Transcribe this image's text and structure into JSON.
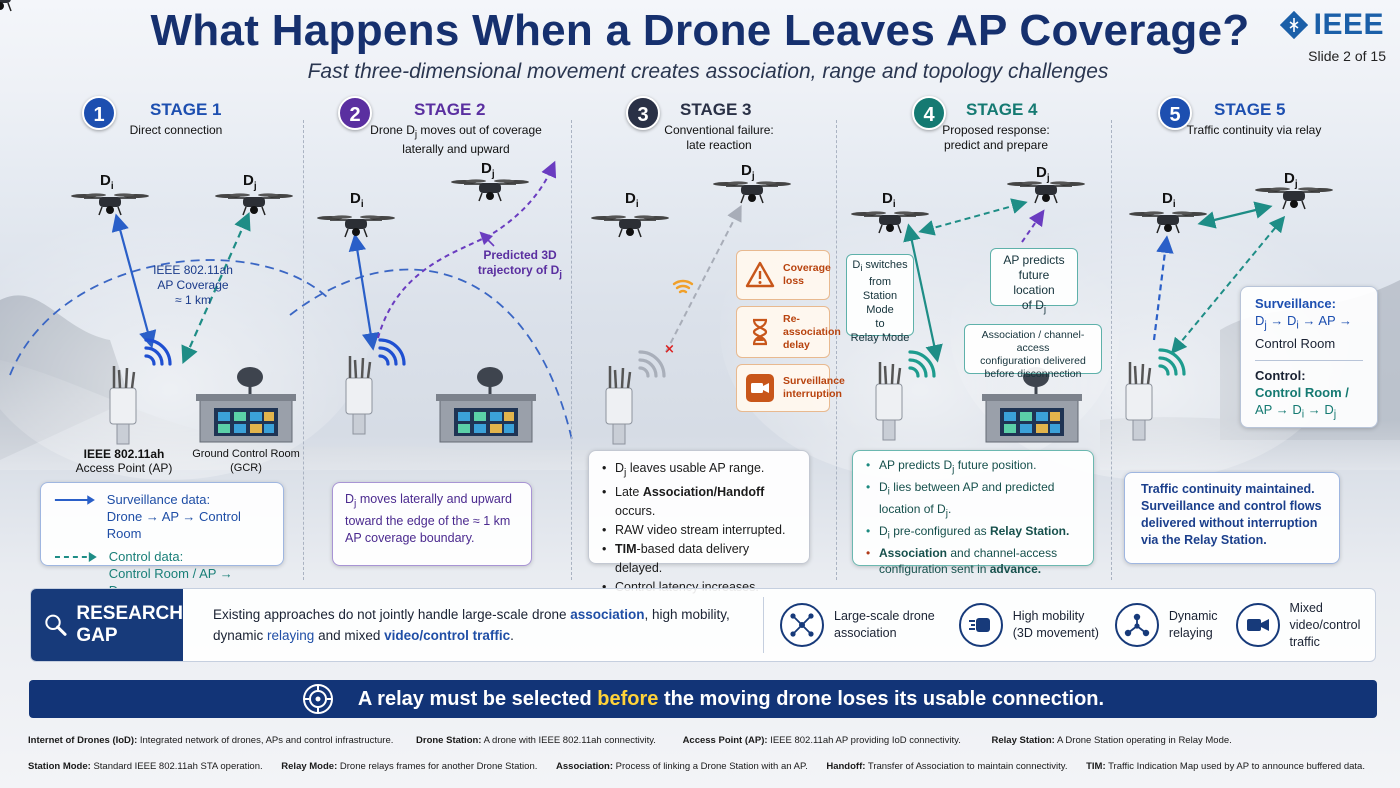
{
  "header": {
    "title": "What Happens When a Drone Leaves AP Coverage?",
    "subtitle": "Fast three-dimensional movement creates association, range and topology challenges",
    "logo_text": "IEEE",
    "slide": "Slide 2 of 15"
  },
  "stages": [
    {
      "num": "1",
      "label": "STAGE 1",
      "desc": "Direct connection",
      "color": "#1d4fb0"
    },
    {
      "num": "2",
      "label": "STAGE 2",
      "desc_pre": "Drone D",
      "desc_sub": "j",
      "desc_post": " moves out of coverage laterally and upward",
      "color": "#5a2fa0"
    },
    {
      "num": "3",
      "label": "STAGE 3",
      "desc": "Conventional failure: late reaction",
      "color": "#2a3146"
    },
    {
      "num": "4",
      "label": "STAGE 4",
      "desc": "Proposed response: predict and prepare",
      "color": "#157a72"
    },
    {
      "num": "5",
      "label": "STAGE 5",
      "desc": "Traffic continuity via relay",
      "color": "#1d4fb0"
    }
  ],
  "drones": {
    "d": "D",
    "i": "i",
    "j": "j"
  },
  "stage1": {
    "coverage_note_1": "IEEE 802.11ah",
    "coverage_note_2": "AP Coverage",
    "coverage_note_3": "≈ 1 km",
    "ap_label_1": "IEEE 802.11ah",
    "ap_label_2": "Access Point (AP)",
    "gcr_label_1": "Ground Control Room",
    "gcr_label_2": "(GCR)",
    "legend": {
      "surv_title": "Surveillance data:",
      "surv_path": "Drone → AP → Control Room",
      "ctrl_title": "Control data:",
      "ctrl_path": "Control Room / AP → Drone"
    }
  },
  "stage2": {
    "traj_1": "Predicted 3D",
    "traj_2": "trajectory of D",
    "traj_sub": "j",
    "card_line1_pre": "D",
    "card_line1_sub": "j",
    "card_line1_post": " moves laterally and upward",
    "card_line2": "toward the edge of the ≈ 1 km",
    "card_line3": "AP coverage boundary."
  },
  "stage3": {
    "warnings": [
      {
        "icon": "warning-icon",
        "text": "Coverage loss"
      },
      {
        "icon": "hourglass-icon",
        "text": "Re-association delay"
      },
      {
        "icon": "video-camera-icon",
        "text": "Surveillance interruption"
      }
    ],
    "bullets": {
      "b1_pre": "D",
      "b1_sub": "j",
      "b1_post": " leaves usable AP range.",
      "b2_pre": "Late ",
      "b2_bold": "Association/Handoff",
      "b2_post": " occurs.",
      "b3": "RAW video stream interrupted.",
      "b4_bold": "TIM",
      "b4_post": "-based data delivery delayed.",
      "b5": "Control latency increases."
    }
  },
  "stage4": {
    "switch_1": "D",
    "switch_sub": "i",
    "switch_2": " switches",
    "switch_3": "from",
    "switch_4": "Station Mode",
    "switch_5": "to",
    "switch_6": "Relay Mode",
    "predict_1": "AP predicts",
    "predict_2": "future location",
    "predict_3": "of D",
    "predict_sub": "j",
    "assoc_1": "Association / channel-access",
    "assoc_2": "configuration delivered",
    "assoc_3": "before disconnection",
    "bullets": {
      "b1_pre": "AP predicts D",
      "b1_sub": "j",
      "b1_post": " future position.",
      "b2_pre": "D",
      "b2_sub": "i",
      "b2_mid": " lies between AP and predicted location of D",
      "b2_sub2": "j",
      "b2_post": ".",
      "b3_pre": "D",
      "b3_sub": "i",
      "b3_mid": " pre-configured as ",
      "b3_bold": "Relay Station.",
      "b4_bold": "Association",
      "b4_mid": " and channel-access configuration sent in ",
      "b4_bold2": "advance."
    }
  },
  "stage5": {
    "surv_title": "Surveillance:",
    "surv_path_1": "D",
    "surv_path_2": "Control Room",
    "ctrl_title": "Control:",
    "ctrl_path_1": "Control Room /",
    "ctrl_path_2": "AP → D",
    "card": "Traffic continuity maintained. Surveillance and control flows delivered without interruption via the Relay Station."
  },
  "gap": {
    "title_1": "RESEARCH",
    "title_2": "GAP",
    "text_1": "Existing approaches do not jointly handle large-scale drone ",
    "text_assoc": "association",
    "text_2": ", high mobility, dynamic ",
    "text_relay": "relaying",
    "text_3": " and mixed ",
    "text_vc": "video/control traffic",
    "text_4": ".",
    "items": [
      {
        "icon": "network-icon",
        "l1": "Large-scale drone",
        "l2": "association"
      },
      {
        "icon": "speed-icon",
        "l1": "High mobility",
        "l2": "(3D movement)"
      },
      {
        "icon": "relay-icon",
        "l1": "Dynamic",
        "l2": "relaying"
      },
      {
        "icon": "video-control-icon",
        "l1": "Mixed",
        "l2": "video/control",
        "l3": "traffic"
      }
    ]
  },
  "banner": {
    "pre": "A relay must be selected ",
    "highlight": "before",
    "post": " the moving drone loses its usable connection."
  },
  "glossary": [
    [
      {
        "term": "Internet of Drones (IoD):",
        "def": " Integrated network of drones, APs and control infrastructure."
      },
      {
        "term": "Drone Station:",
        "def": " A drone with IEEE 802.11ah connectivity."
      },
      {
        "term": "Access Point (AP):",
        "def": " IEEE 802.11ah AP providing IoD connectivity."
      },
      {
        "term": "Relay Station:",
        "def": " A Drone Station operating in Relay Mode."
      }
    ],
    [
      {
        "term": "Station Mode:",
        "def": " Standard IEEE 802.11ah STA operation."
      },
      {
        "term": "Relay Mode:",
        "def": " Drone relays frames for another Drone Station."
      },
      {
        "term": "Association:",
        "def": " Process of linking a Drone Station with an AP."
      },
      {
        "term": "Handoff:",
        "def": " Transfer of Association to maintain connectivity."
      },
      {
        "term": "TIM:",
        "def": " Traffic Indication Map used by AP to announce buffered data."
      }
    ]
  ]
}
